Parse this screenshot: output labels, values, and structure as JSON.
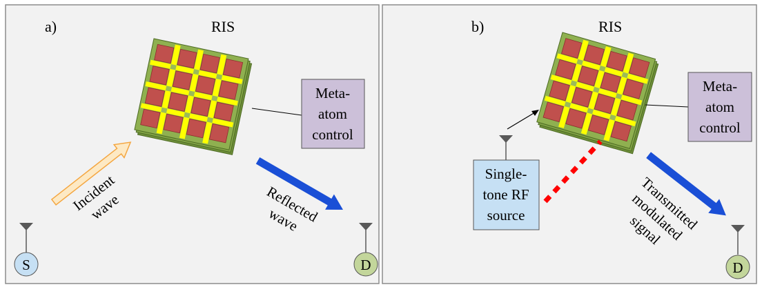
{
  "panel_a": {
    "label": "a)",
    "ris_label": "RIS",
    "control_box": [
      "Meta-",
      "atom",
      "control"
    ],
    "incident_label": [
      "Incident",
      "wave"
    ],
    "reflected_label": [
      "Reflected",
      "wave"
    ],
    "source_node": "S",
    "destination_node": "D"
  },
  "panel_b": {
    "label": "b)",
    "ris_label": "RIS",
    "control_box": [
      "Meta-",
      "atom",
      "control"
    ],
    "rf_source_box": [
      "Single-",
      "tone RF",
      "source"
    ],
    "transmitted_label": [
      "Transmitted",
      "modulated",
      "signal"
    ],
    "destination_node": "D"
  },
  "colors": {
    "background": "#f2f2f2",
    "border": "#8c8c8c",
    "ris_substrate": "#8fb050",
    "ris_patch": "#c0504d",
    "ris_line": "#ffff00",
    "ris_node": "#9bbb59",
    "control_box": "#ccc0d9",
    "rf_box": "#c6e0f4",
    "source_circle": "#c6e0f4",
    "destination_circle": "#c3d69b",
    "incident_arrow": "#fde9c4",
    "incident_arrow_stroke": "#f4a640",
    "blue_arrow": "#1a4fd6",
    "dashed_link": "#ff0000",
    "antenna": "#595959"
  }
}
